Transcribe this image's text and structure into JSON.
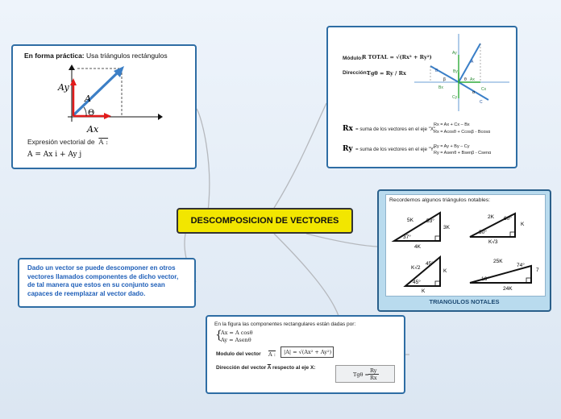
{
  "central": {
    "title": "DESCOMPOSICION DE VECTORES"
  },
  "practical": {
    "heading_bold": "En forma práctica:",
    "heading_rest": " Usa triángulos rectángulos",
    "label_ay": "Ay",
    "label_a": "A",
    "label_theta": "Θ",
    "label_ax": "Ax",
    "expr_label": "Expresión vectorial de",
    "expr_vec": "A :",
    "expr_formula": "A = Ax i + Ay j"
  },
  "definition": {
    "text": "Dado un vector se puede descomponer en otros vectores llamados componentes de dicho vector, de tal manera que estos en su conjunto sean capaces de reemplazar al vector dado."
  },
  "resultant": {
    "modulo_label": "Módulo:",
    "modulo_formula": "R TOTAL = √(Rx² + Ry²)",
    "direccion_label": "Dirección:",
    "direccion_formula": "Tgθ = Ry / Rx",
    "rx_label": "Rx",
    "rx_text": "= suma de los vectores en el eje \"X\"",
    "rx_eq1": "Rx = Ax + Cx – Bx",
    "rx_eq2": "Rx = Acosθ + Ccosβ - Bcosα",
    "ry_label": "Ry",
    "ry_text": "= suma de los vectores en el eje \"Y\"",
    "ry_eq1": "Ry = Ay + By – Cy",
    "ry_eq2": "Ry = Asenθ + Bsenβ - Csenα",
    "diagram_labels": {
      "ay": "Ay",
      "by": "By",
      "ax": "Ax",
      "bx": "Bx",
      "cx": "Cx",
      "cy": "Cy",
      "a": "A",
      "b": "B",
      "c": "C",
      "theta": "θ",
      "alpha": "α",
      "beta": "β"
    }
  },
  "triangles": {
    "intro": "Recordemos algunos triángulos notables:",
    "footer": "TRIANGULOS NOTALES",
    "t1": {
      "hyp": "5K",
      "top_angle": "53°",
      "side": "3K",
      "bottom_angle": "37°",
      "base": "4K"
    },
    "t2": {
      "hyp": "2K",
      "top_angle": "60°",
      "side": "K",
      "bottom_angle": "30°",
      "base": "K√3"
    },
    "t3": {
      "hyp": "K√2",
      "top_angle": "45°",
      "side": "K",
      "bottom_angle": "45°",
      "base": "K"
    },
    "t4": {
      "hyp": "25K",
      "top_angle": "74°",
      "side": "7",
      "bottom_angle": "16°",
      "base": "24K"
    }
  },
  "components": {
    "intro": "En la figura las componentes rectangulares están dadas por:",
    "eq1": "Ax = A cosθ",
    "eq2": "Ay = Asenθ",
    "modulo_label": "Modulo del vector",
    "modulo_vec": "A :",
    "modulo_formula": "|A| = √(Ax² + Ay²)",
    "direccion_label": "Dirección del vector",
    "direccion_vec": "A",
    "direccion_rest": "respecto al eje X:",
    "direccion_formula_left": "Tgθ =",
    "direccion_num": "Ry",
    "direccion_den": "Rx"
  }
}
